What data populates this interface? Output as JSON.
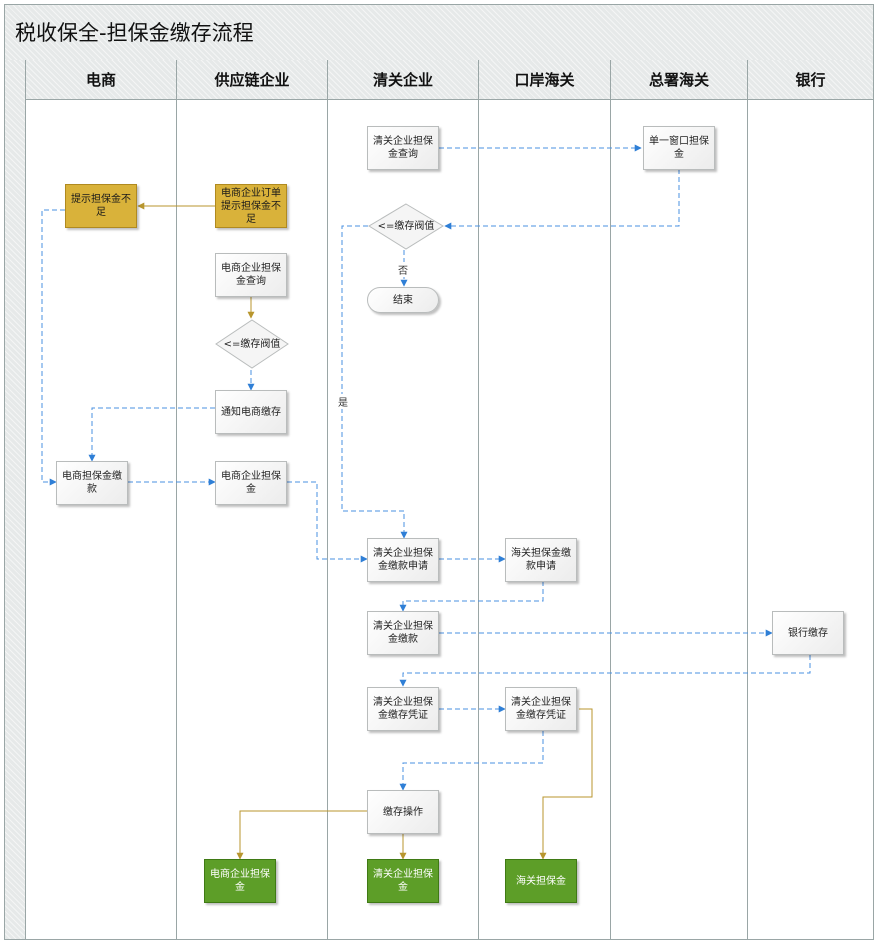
{
  "title": "税收保全-担保金缴存流程",
  "lanes": [
    "电商",
    "供应链企业",
    "清关企业",
    "口岸海关",
    "总署海关",
    "银行"
  ],
  "nodes": {
    "qg_query": "清关企业担保金查询",
    "single_window": "单一窗口担保金",
    "ds_alert": "提示担保金不足",
    "gyl_alert": "电商企业订单提示担保金不足",
    "qg_decision": "<=缴存阀值",
    "end": "结束",
    "gyl_query": "电商企业担保金查询",
    "gyl_decision": "<=缴存阀值",
    "notify": "通知电商缴存",
    "ds_pay": "电商担保金缴款",
    "gyl_deposit": "电商企业担保金",
    "qg_apply": "清关企业担保金缴款申请",
    "kahg_apply": "海关担保金缴款申请",
    "qg_pay": "清关企业担保金缴款",
    "bank_pay": "银行缴存",
    "qg_voucher": "清关企业担保金缴存凭证",
    "kahg_voucher": "清关企业担保金缴存凭证",
    "operate": "缴存操作",
    "out_ds": "电商企业担保金",
    "out_qg": "清关企业担保金",
    "out_hg": "海关担保金"
  },
  "edge_labels": {
    "no": "否",
    "yes": "是"
  },
  "colors": {
    "dashed": "#4a90e2",
    "solid": "#b8962e",
    "gold": "#d9b23a",
    "green": "#5d9e28"
  }
}
